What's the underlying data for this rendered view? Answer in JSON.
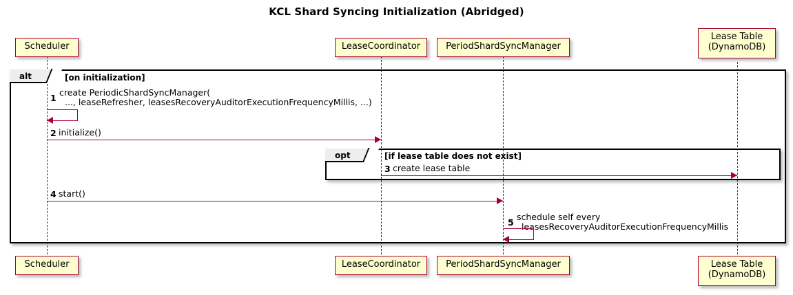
{
  "title": "KCL Shard Syncing Initialization (Abridged)",
  "participants": [
    {
      "id": "scheduler",
      "label": "Scheduler"
    },
    {
      "id": "lease-coordinator",
      "label": "LeaseCoordinator"
    },
    {
      "id": "period-shard-sync-manager",
      "label": "PeriodShardSyncManager"
    },
    {
      "id": "lease-table",
      "label": "Lease Table\n(DynamoDB)"
    }
  ],
  "fragments": [
    {
      "id": "alt",
      "type": "alt",
      "condition": "[on initialization]"
    },
    {
      "id": "opt",
      "type": "opt",
      "condition": "[if lease table does not exist]"
    }
  ],
  "messages": [
    {
      "number": "1",
      "from": "scheduler",
      "to": "scheduler",
      "kind": "self",
      "line1": "create PeriodicShardSyncManager(",
      "line2": "..., leaseRefresher, leasesRecoveryAuditorExecutionFrequencyMillis, ...)"
    },
    {
      "number": "2",
      "from": "scheduler",
      "to": "lease-coordinator",
      "kind": "call",
      "line1": "initialize()",
      "line2": ""
    },
    {
      "number": "3",
      "from": "lease-coordinator",
      "to": "lease-table",
      "kind": "call",
      "line1": "create lease table",
      "line2": ""
    },
    {
      "number": "4",
      "from": "scheduler",
      "to": "period-shard-sync-manager",
      "kind": "call",
      "line1": "start()",
      "line2": ""
    },
    {
      "number": "5",
      "from": "period-shard-sync-manager",
      "to": "period-shard-sync-manager",
      "kind": "self",
      "line1": "schedule self every",
      "line2": "leasesRecoveryAuditorExecutionFrequencyMillis"
    }
  ],
  "colors": {
    "participant_fill": "#FEFECE",
    "participant_border": "#A80036",
    "lifeline": "#A80036",
    "arrow": "#A80036",
    "frame_border": "#000000",
    "frame_tab_fill": "#EEEEEE",
    "background": "#FFFFFF",
    "text": "#000000"
  }
}
